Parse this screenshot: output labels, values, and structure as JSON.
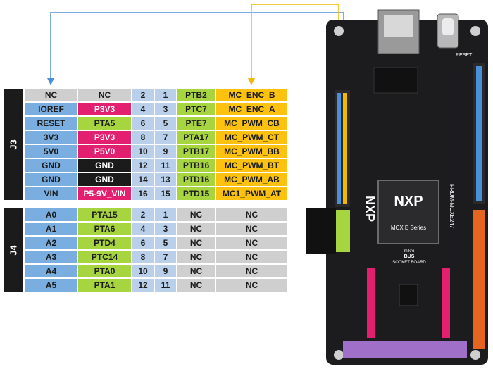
{
  "headers": [
    {
      "label": "J3",
      "rows": [
        [
          {
            "t": "NC",
            "c": "gray"
          },
          {
            "t": "NC",
            "c": "gray"
          },
          {
            "t": "2",
            "c": "lpin"
          },
          {
            "t": "1",
            "c": "lpin"
          },
          {
            "t": "PTB2",
            "c": "green"
          },
          {
            "t": "MC_ENC_B",
            "c": "yellow"
          }
        ],
        [
          {
            "t": "IOREF",
            "c": "blue"
          },
          {
            "t": "P3V3",
            "c": "pink"
          },
          {
            "t": "4",
            "c": "lpin"
          },
          {
            "t": "3",
            "c": "lpin"
          },
          {
            "t": "PTC7",
            "c": "green"
          },
          {
            "t": "MC_ENC_A",
            "c": "yellow"
          }
        ],
        [
          {
            "t": "RESET",
            "c": "blue"
          },
          {
            "t": "PTA5",
            "c": "green"
          },
          {
            "t": "6",
            "c": "lpin"
          },
          {
            "t": "5",
            "c": "lpin"
          },
          {
            "t": "PTE7",
            "c": "green"
          },
          {
            "t": "MC_PWM_CB",
            "c": "yellow"
          }
        ],
        [
          {
            "t": "3V3",
            "c": "blue"
          },
          {
            "t": "P3V3",
            "c": "pink"
          },
          {
            "t": "8",
            "c": "lpin"
          },
          {
            "t": "7",
            "c": "lpin"
          },
          {
            "t": "PTA17",
            "c": "green"
          },
          {
            "t": "MC_PWM_CT",
            "c": "yellow"
          }
        ],
        [
          {
            "t": "5V0",
            "c": "blue"
          },
          {
            "t": "P5V0",
            "c": "pink"
          },
          {
            "t": "10",
            "c": "lpin"
          },
          {
            "t": "9",
            "c": "lpin"
          },
          {
            "t": "PTB17",
            "c": "green"
          },
          {
            "t": "MC_PWM_BB",
            "c": "yellow"
          }
        ],
        [
          {
            "t": "GND",
            "c": "blue"
          },
          {
            "t": "GND",
            "c": "black"
          },
          {
            "t": "12",
            "c": "lpin"
          },
          {
            "t": "11",
            "c": "lpin"
          },
          {
            "t": "PTB16",
            "c": "green"
          },
          {
            "t": "MC_PWM_BT",
            "c": "yellow"
          }
        ],
        [
          {
            "t": "GND",
            "c": "blue"
          },
          {
            "t": "GND",
            "c": "black"
          },
          {
            "t": "14",
            "c": "lpin"
          },
          {
            "t": "13",
            "c": "lpin"
          },
          {
            "t": "PTD16",
            "c": "green"
          },
          {
            "t": "MC_PWM_AB",
            "c": "yellow"
          }
        ],
        [
          {
            "t": "VIN",
            "c": "blue"
          },
          {
            "t": "P5-9V_VIN",
            "c": "pink"
          },
          {
            "t": "16",
            "c": "lpin"
          },
          {
            "t": "15",
            "c": "lpin"
          },
          {
            "t": "PTD15",
            "c": "green"
          },
          {
            "t": "MC1_PWM_AT",
            "c": "yellow"
          }
        ]
      ]
    },
    {
      "label": "J4",
      "rows": [
        [
          {
            "t": "A0",
            "c": "blue"
          },
          {
            "t": "PTA15",
            "c": "green"
          },
          {
            "t": "2",
            "c": "lpin"
          },
          {
            "t": "1",
            "c": "lpin"
          },
          {
            "t": "NC",
            "c": "gray"
          },
          {
            "t": "NC",
            "c": "gray"
          }
        ],
        [
          {
            "t": "A1",
            "c": "blue"
          },
          {
            "t": "PTA6",
            "c": "green"
          },
          {
            "t": "4",
            "c": "lpin"
          },
          {
            "t": "3",
            "c": "lpin"
          },
          {
            "t": "NC",
            "c": "gray"
          },
          {
            "t": "NC",
            "c": "gray"
          }
        ],
        [
          {
            "t": "A2",
            "c": "blue"
          },
          {
            "t": "PTD4",
            "c": "green"
          },
          {
            "t": "6",
            "c": "lpin"
          },
          {
            "t": "5",
            "c": "lpin"
          },
          {
            "t": "NC",
            "c": "gray"
          },
          {
            "t": "NC",
            "c": "gray"
          }
        ],
        [
          {
            "t": "A3",
            "c": "blue"
          },
          {
            "t": "PTC14",
            "c": "green"
          },
          {
            "t": "8",
            "c": "lpin"
          },
          {
            "t": "7",
            "c": "lpin"
          },
          {
            "t": "NC",
            "c": "gray"
          },
          {
            "t": "NC",
            "c": "gray"
          }
        ],
        [
          {
            "t": "A4",
            "c": "blue"
          },
          {
            "t": "PTA0",
            "c": "green"
          },
          {
            "t": "10",
            "c": "lpin"
          },
          {
            "t": "9",
            "c": "lpin"
          },
          {
            "t": "NC",
            "c": "gray"
          },
          {
            "t": "NC",
            "c": "gray"
          }
        ],
        [
          {
            "t": "A5",
            "c": "blue"
          },
          {
            "t": "PTA1",
            "c": "green"
          },
          {
            "t": "12",
            "c": "lpin"
          },
          {
            "t": "11",
            "c": "lpin"
          },
          {
            "t": "NC",
            "c": "gray"
          },
          {
            "t": "NC",
            "c": "gray"
          }
        ]
      ]
    }
  ],
  "board": {
    "logo": "NXP",
    "chip_label": "MCX E Series",
    "model": "FRDM-MCXE247",
    "socket_label_1": "mikro",
    "socket_label_2": "BUS",
    "socket_label_3": "SOCKET BOARD",
    "reset_label": "RESET"
  },
  "colors": {
    "blue_line": "#4a90d9",
    "yellow_line": "#f5b800",
    "board": "#1c1c1e"
  }
}
